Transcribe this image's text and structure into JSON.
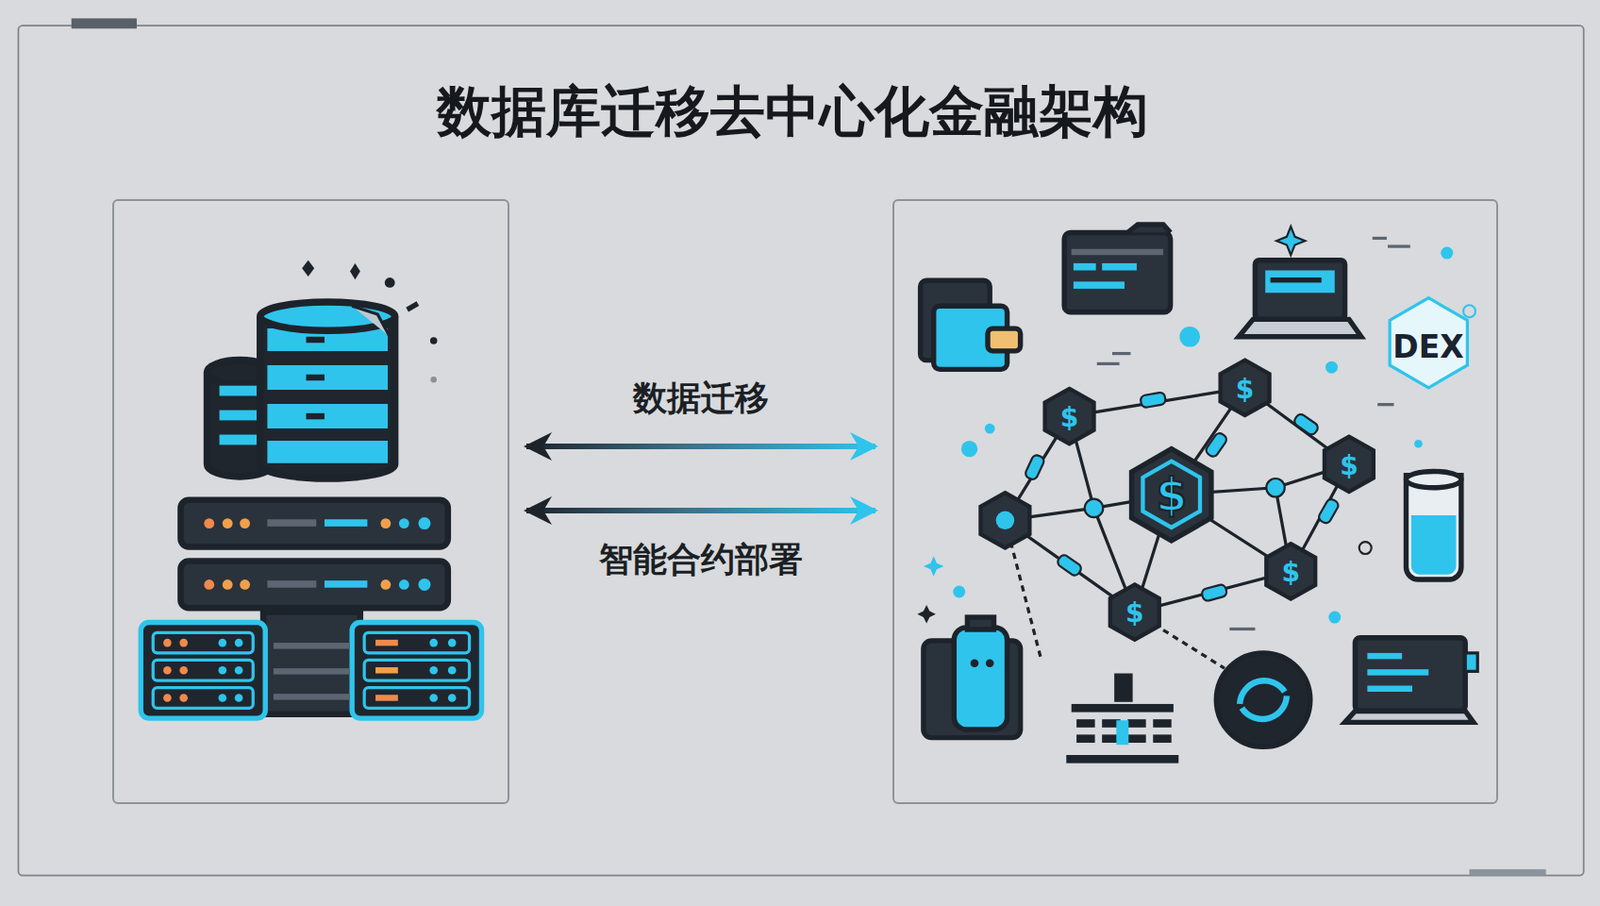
{
  "diagram": {
    "title": "数据库迁移去中心化金融架构",
    "nodes": [
      {
        "text": []
      },
      {
        "text": []
      }
    ],
    "edges": [
      {
        "from": 0,
        "to": 1,
        "arrow": "both",
        "label": "数据迁移"
      },
      {
        "from": 0,
        "to": 1,
        "arrow": "both",
        "label": "智能合约部署"
      }
    ],
    "labels": [
      "DEX"
    ]
  }
}
